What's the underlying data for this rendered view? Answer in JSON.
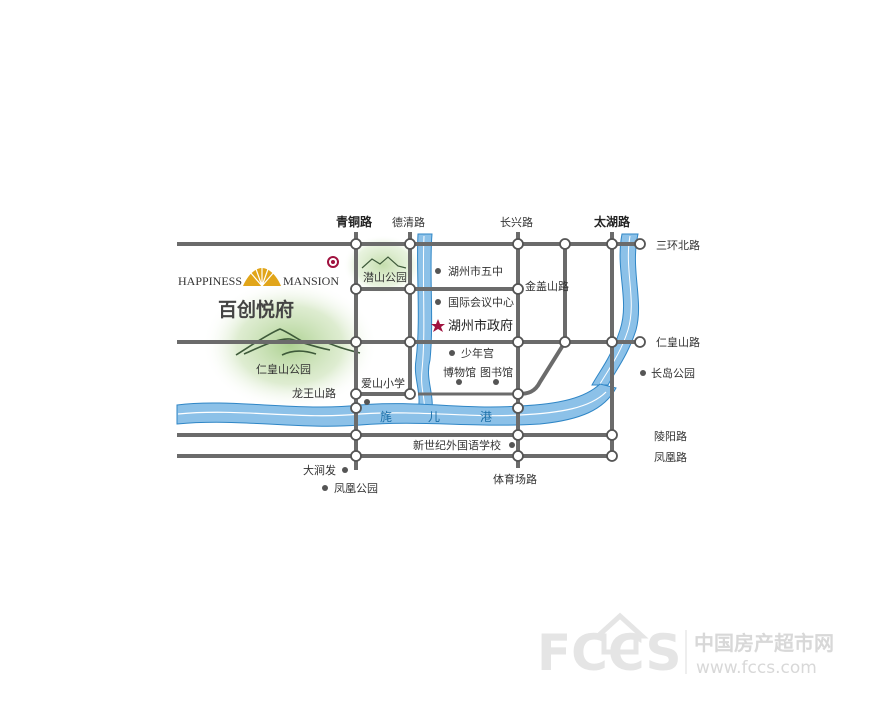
{
  "roads": {
    "qingtong": "青铜路",
    "deqing": "德清路",
    "changxing": "长兴路",
    "taihu": "太湖路",
    "sanhuan_north": "三环北路",
    "jingai": "金盖山路",
    "renhuangshan": "仁皇山路",
    "longwangshan": "龙王山路",
    "lingyang": "陵阳路",
    "fenghuang": "凤凰路",
    "tiyuchang": "体育场路"
  },
  "river": {
    "chars": [
      "旄",
      "儿",
      "港"
    ]
  },
  "pois": {
    "qianshan_park": "潜山公园",
    "huzhou_no5": "湖州市五中",
    "conference_center": "国际会议中心",
    "city_gov": "湖州市政府",
    "youth_palace": "少年宫",
    "museum": "博物馆",
    "library": "图书馆",
    "aishan_school": "爱山小学",
    "renhuangshan_park": "仁皇山公园",
    "changdao_park": "长岛公园",
    "new_century_school": "新世纪外国语学校",
    "dajiandou": "大涧发",
    "fenghuang_park": "凤凰公园"
  },
  "brand": {
    "en_left": "HAPPINESS",
    "en_right": "MANSION",
    "cn": "百创悦府"
  },
  "watermark": {
    "logo": "FCCS",
    "cn": "中国房产超市网",
    "url": "www.fccs.com"
  },
  "colors": {
    "road": "#6b6b6b",
    "river": "#8cc1e8",
    "river_edge": "#2f86c6",
    "park": "#b9d9a0",
    "project_marker": "#a0123f",
    "gov_star": "#a0123f",
    "brand_gold": "#e1a519"
  }
}
